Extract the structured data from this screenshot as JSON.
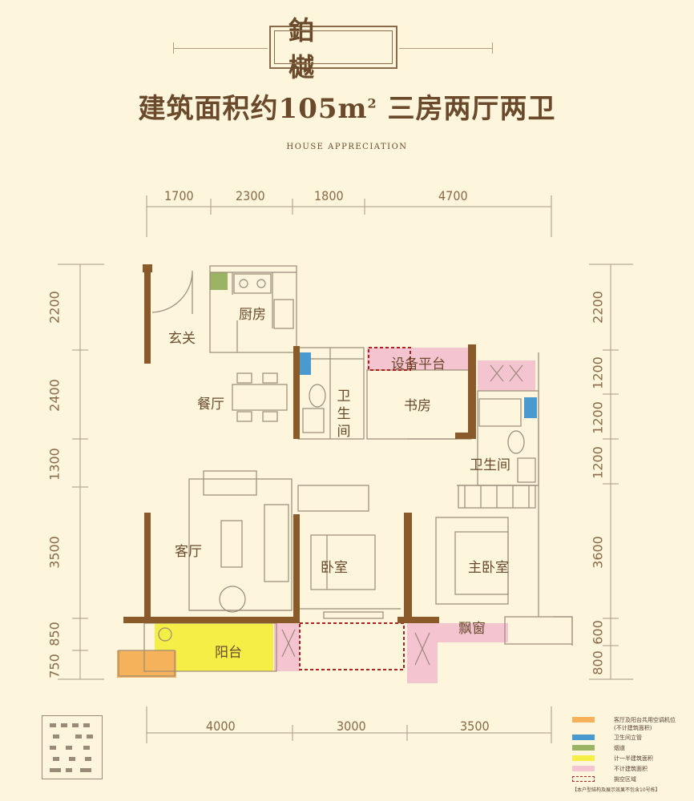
{
  "header": {
    "title": "鉑 樾",
    "subtitle_prefix": "建筑面积约105m",
    "subtitle_sup": "2",
    "subtitle_suffix": " 三房两厅两卫",
    "english": "HOUSE APPRECIATION"
  },
  "dimensions": {
    "top": [
      "1700",
      "2300",
      "1800",
      "4700"
    ],
    "bottom": [
      "4000",
      "3000",
      "3500"
    ],
    "left": [
      "2200",
      "2400",
      "1300",
      "3500",
      "850",
      "750"
    ],
    "right": [
      "2200",
      "1200",
      "1200",
      "1200",
      "3600",
      "600",
      "800"
    ]
  },
  "rooms": {
    "xuanguan": "玄关",
    "chufang": "厨房",
    "canting": "餐厅",
    "weishengjian1": "卫生间",
    "shebei": "设备平台",
    "shufang": "书房",
    "weishengjian2": "卫生间",
    "keting": "客厅",
    "woshi": "卧室",
    "zhuwoshi": "主卧室",
    "piaochuang": "飘窗",
    "yangtai": "阳台"
  },
  "colors": {
    "wall": "#8b5a2b",
    "line": "#9a8a78",
    "orange": "#f5b25a",
    "blue": "#4a9ad0",
    "green": "#9ab464",
    "yellow": "#f4ee46",
    "pink": "#f4c4d0",
    "red_dash": "#b02020"
  },
  "legend": [
    {
      "color": "#f5b25a",
      "label": "客厅及阳台共用空调机位",
      "label2": "(不计建筑面积)",
      "dashed": false
    },
    {
      "color": "#4a9ad0",
      "label": "卫生间立管",
      "label2": "",
      "dashed": false
    },
    {
      "color": "#9ab464",
      "label": "烟道",
      "label2": "",
      "dashed": false
    },
    {
      "color": "#f4ee46",
      "label": "计一半建筑面积",
      "label2": "",
      "dashed": false
    },
    {
      "color": "#f4c4d0",
      "label": "不计建筑面积",
      "label2": "",
      "dashed": false
    },
    {
      "color": "#b02020",
      "label": "挑空区域",
      "label2": "",
      "dashed": true
    }
  ],
  "note": "【本户型结构及展示效果不包含10号栋】"
}
